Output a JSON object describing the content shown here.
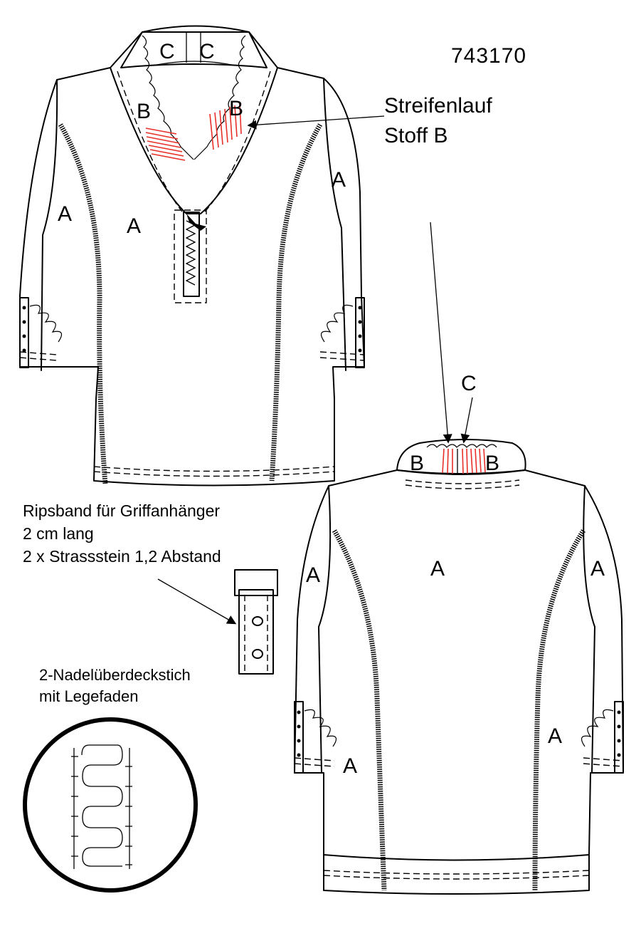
{
  "model_number": "743170",
  "stripe_note": {
    "line1": "Streifenlauf",
    "line2": "Stoff B"
  },
  "ribbon_note": {
    "line1": "Ripsband für Griffanhänger",
    "line2": "2 cm lang",
    "line3": "2 x Strassstein 1,2 Abstand"
  },
  "stitch_note": {
    "line1": "2-Nadelüberdeckstich",
    "line2": "mit Legefaden"
  },
  "front_labels": {
    "collar_left": "C",
    "collar_right": "C",
    "yoke_left": "B",
    "yoke_right": "B",
    "sleeve_left": "A",
    "body_left": "A",
    "sleeve_right": "A"
  },
  "back_labels": {
    "collar_pointer": "C",
    "yoke_left": "B",
    "yoke_right": "B",
    "body": "A",
    "sleeve_left": "A",
    "sleeve_right": "A",
    "hip_left": "A",
    "hip_right": "A"
  },
  "colors": {
    "stripe_accent": "#e8302a",
    "line": "#000000",
    "tab_fill": "#d9d9d9"
  }
}
